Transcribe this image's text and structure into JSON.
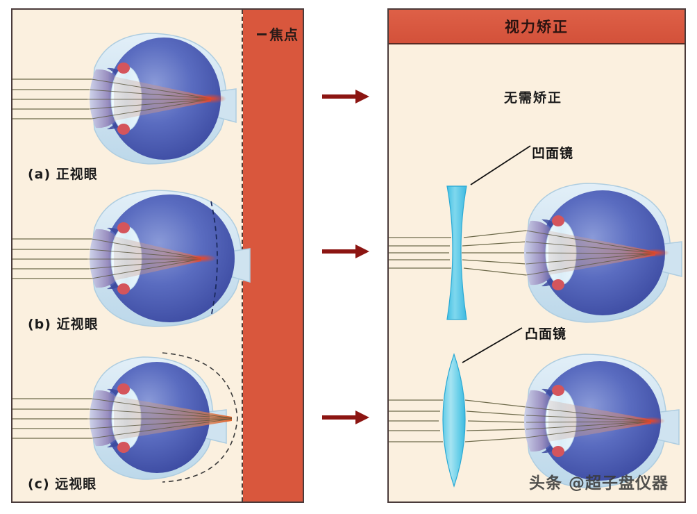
{
  "figure": {
    "domain": "diagram",
    "subject": "human-eye-refractive-errors-and-corrective-lenses"
  },
  "left_panel": {
    "focal_zone": {
      "label": "焦点",
      "color": "#d9573d",
      "dash_color": "#4d3a36"
    },
    "cases": [
      {
        "id": "a",
        "label": "(a) 正视眼",
        "meaning": "emmetropia"
      },
      {
        "id": "b",
        "label": "(b) 近视眼",
        "meaning": "myopia"
      },
      {
        "id": "c",
        "label": "(c) 远视眼",
        "meaning": "hyperopia"
      }
    ]
  },
  "right_panel": {
    "header": {
      "title": "视力矫正",
      "color": "#d3513a"
    },
    "rows": [
      {
        "id": "a",
        "note": "无需矫正",
        "lens": null
      },
      {
        "id": "b",
        "note": null,
        "lens": {
          "label": "凹面镜",
          "type": "concave",
          "color": "#5ec9e8"
        }
      },
      {
        "id": "c",
        "note": null,
        "lens": {
          "label": "凸面镜",
          "type": "convex",
          "color": "#7fd4e8"
        }
      }
    ]
  },
  "arrows": {
    "count": 3,
    "color": "#8c1512",
    "direction": "right"
  },
  "watermark": {
    "text": "头条 @超子盘仪器"
  },
  "colors": {
    "panel_background": "#fbf0df",
    "panel_border": "#4a3b3b",
    "red_zone": "#d9573d",
    "sclera": "#cfe3f0",
    "vitreous": "#4a5fb5",
    "lens_body": "#dceaf4",
    "ray": "#6d6a4a",
    "focus_red": "#d6452e",
    "lens_cyan": "#5ec9e8"
  },
  "ray_counts": {
    "incoming_rays": 5
  }
}
